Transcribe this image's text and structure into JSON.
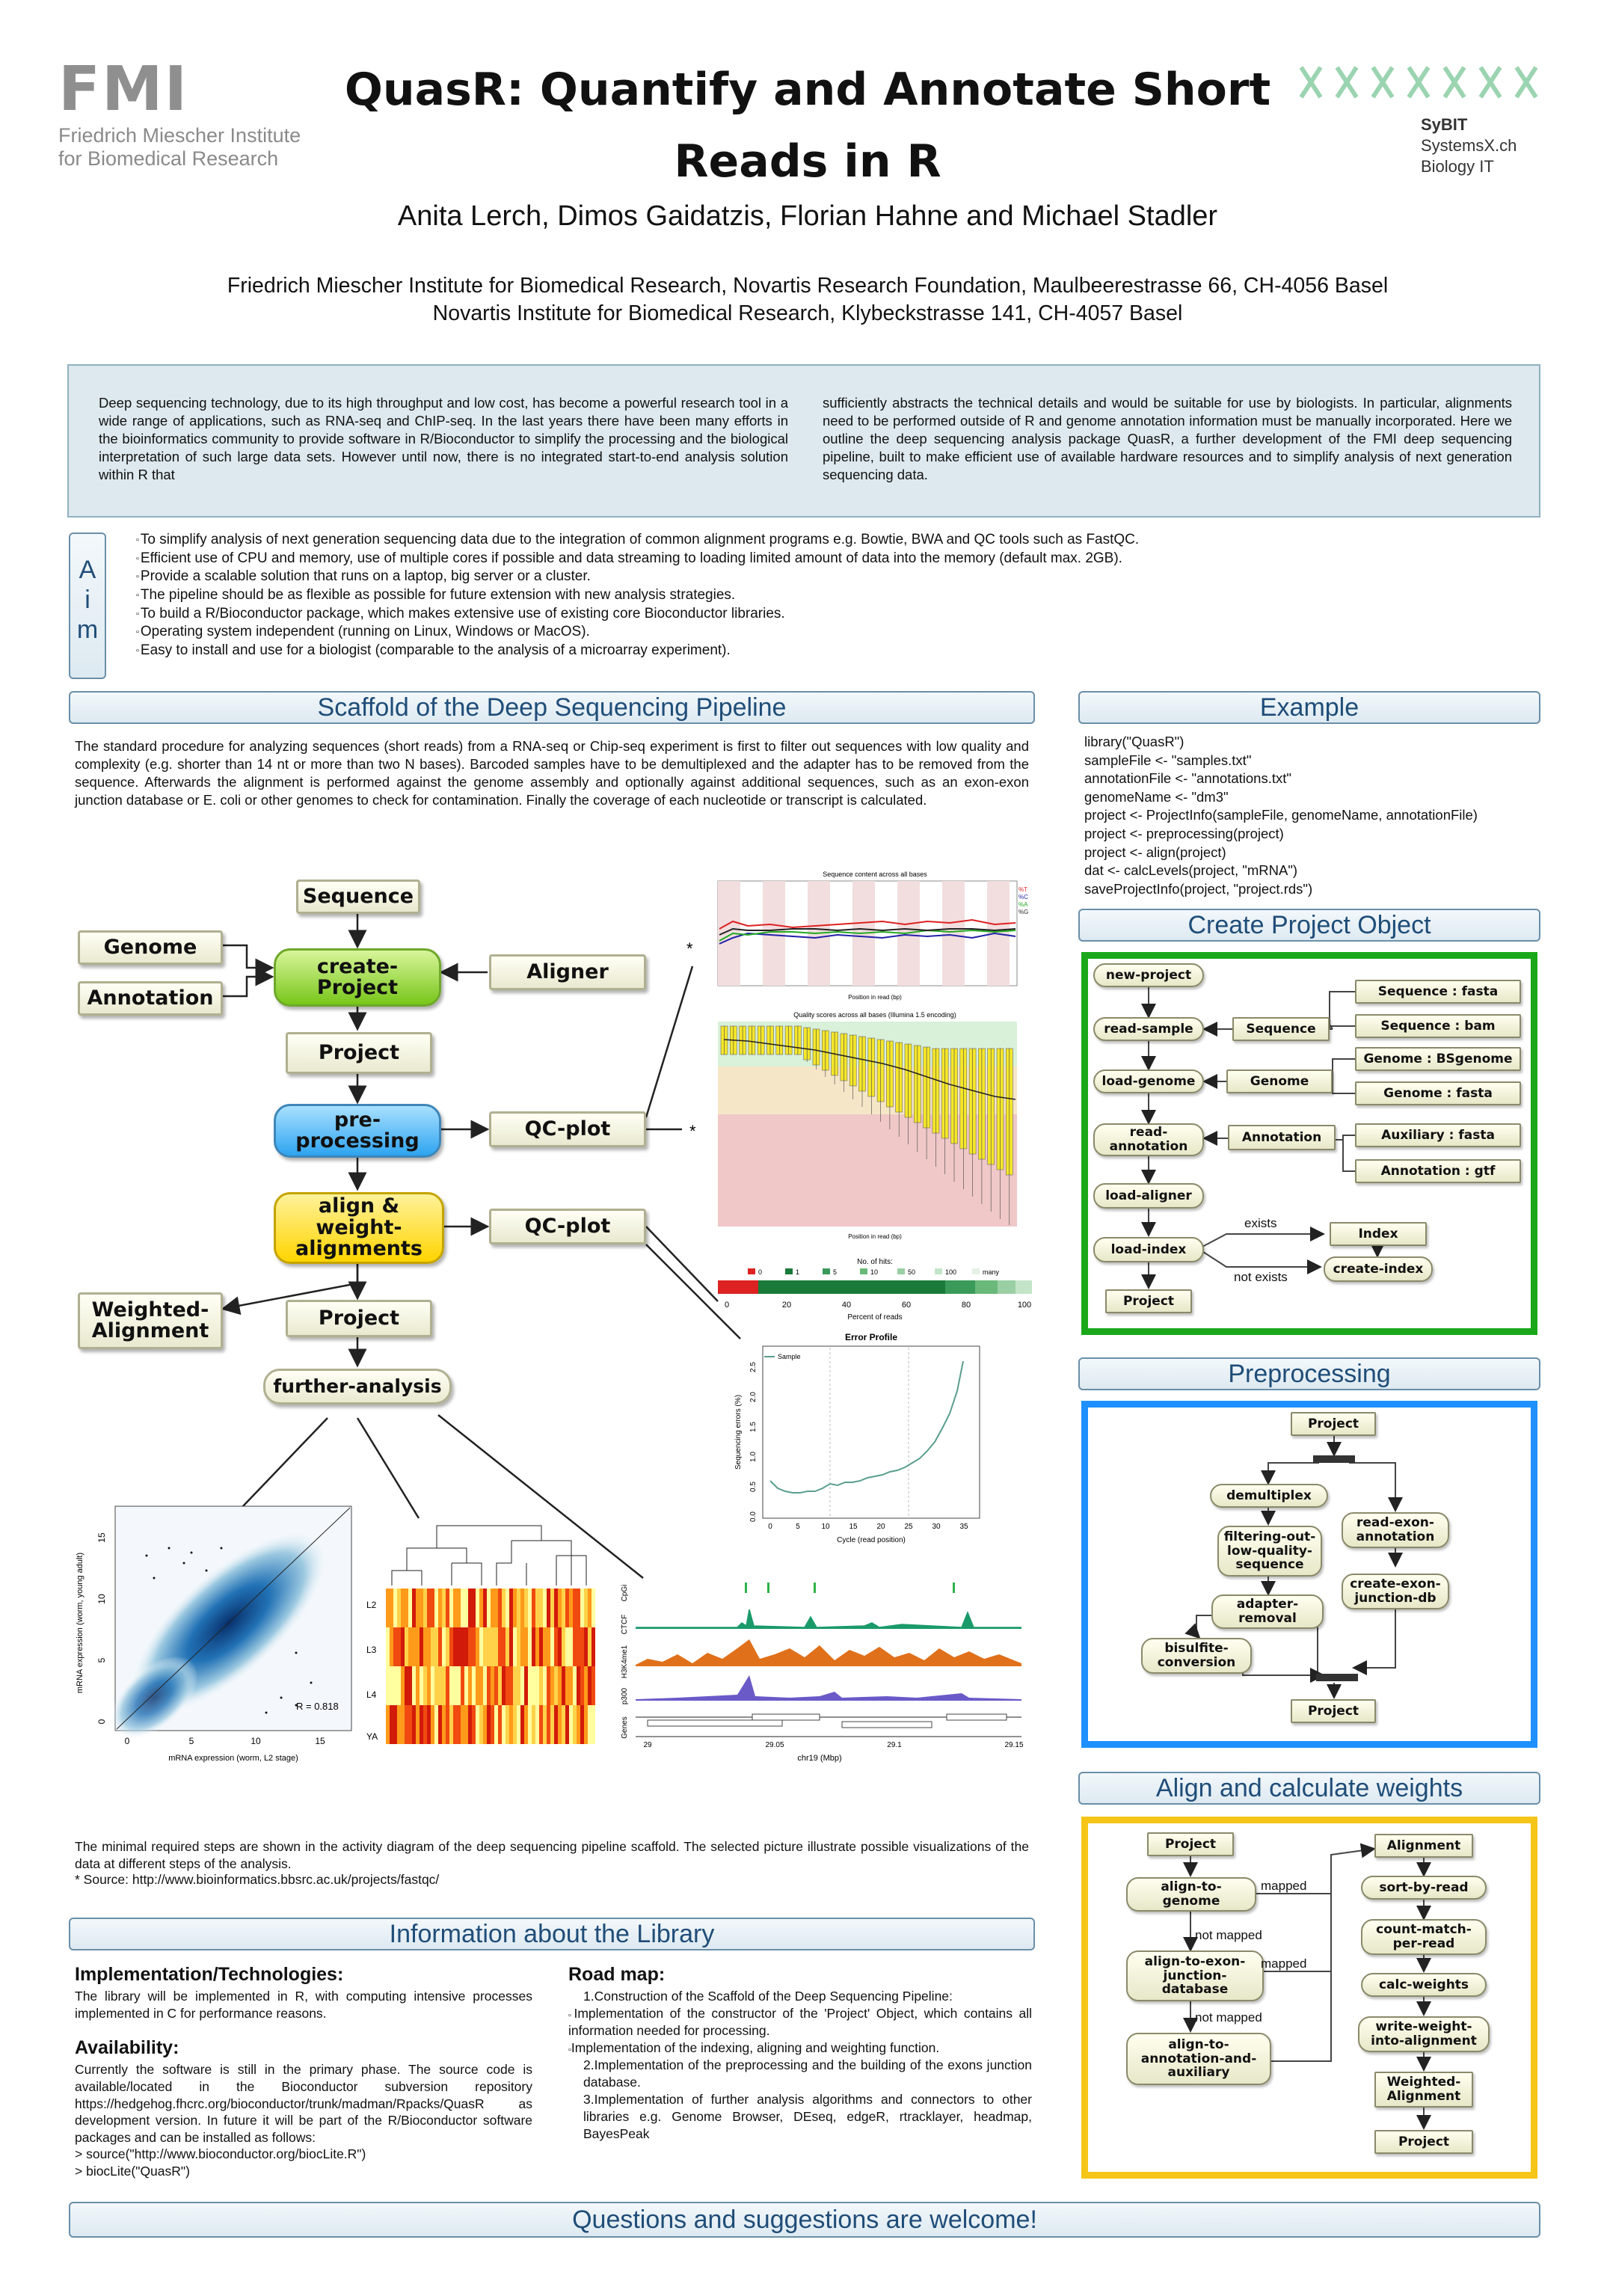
{
  "header": {
    "logo_text": "FMI",
    "institute_line1": "Friedrich Miescher Institute",
    "institute_line2": "for Biomedical Research",
    "title_line1": "QuasR: Quantify and Annotate Short",
    "title_line2": "Reads in R",
    "authors": "Anita Lerch, Dimos Gaidatzis, Florian Hahne and Michael Stadler",
    "affil1": "Friedrich Miescher Institute for Biomedical Research, Novartis Research Foundation, Maulbeerestrasse 66, CH-4056 Basel",
    "affil2": "Novartis Institute for Biomedical Research, Klybeckstrasse 141, CH-4057 Basel",
    "sybit_1": "SyBIT",
    "sybit_2": "SystemsX.ch",
    "sybit_3": "Biology IT"
  },
  "intro": {
    "left": "Deep sequencing technology, due to its high throughput and low cost, has become a powerful research tool in a wide range of applications, such as RNA-seq and ChIP-seq. In the last years there have been many efforts in the bioinformatics community to provide software in R/Bioconductor to simplify the processing and the biological interpretation of such large data sets. However until now, there is no integrated start-to-end analysis solution within R that",
    "right": "sufficiently abstracts the technical details and would be suitable for use by biologists. In particular, alignments need to be performed outside of R and genome annotation information must be manually incorporated. Here we outline the deep sequencing analysis package QuasR, a further development of the FMI deep sequencing pipeline, built to make efficient use of available hardware resources and to simplify analysis of next generation sequencing data."
  },
  "aim": {
    "label_a": "A",
    "label_i": "i",
    "label_m": "m",
    "items": [
      "To simplify analysis of next generation sequencing data due to the integration of common alignment programs e.g. Bowtie, BWA and QC tools such as FastQC.",
      "Efficient use of CPU and memory, use of multiple cores if possible and data streaming to loading limited amount of data into the memory (default max. 2GB).",
      "Provide a scalable solution that runs on a laptop, big server or a cluster.",
      "The pipeline should be as flexible as possible for future extension with new analysis strategies.",
      "To build a R/Bioconductor package, which makes extensive use of existing core Bioconductor libraries.",
      "Operating system independent (running on Linux, Windows or MacOS).",
      "Easy to install and use for a biologist (comparable to the analysis of a microarray experiment)."
    ]
  },
  "scaffold": {
    "heading": "Scaffold of the Deep Sequencing Pipeline",
    "text": "The standard procedure for analyzing sequences (short reads) from a RNA-seq or Chip-seq experiment is first to filter out sequences with low quality and complexity (e.g. shorter than 14 nt or more than two N bases). Barcoded samples have to be demultiplexed and the adapter has to be removed from the sequence. Afterwards the alignment is performed against the genome assembly and optionally against additional sequences, such as an exon-exon junction database or E. coli or other genomes to check for contamination. Finally the coverage of each nucleotide or transcript is calculated.",
    "caption": "The minimal required steps are shown in the activity diagram of the deep sequencing pipeline scaffold. The selected picture illustrate possible visualizations of the data at different steps of the analysis.",
    "source": "* Source: http://www.bioinformatics.bbsrc.ac.uk/projects/fastqc/",
    "nodes": {
      "sequence": "Sequence",
      "genome": "Genome",
      "annotation": "Annotation",
      "create_project": "create-\nProject",
      "aligner": "Aligner",
      "project1": "Project",
      "preprocessing": "pre-\nprocessing",
      "qcplot1": "QC-plot",
      "align": "align &\nweight-\nalignments",
      "qcplot2": "QC-plot",
      "weighted": "Weighted-\nAlignment",
      "project2": "Project",
      "further": "further-analysis"
    },
    "star": "*"
  },
  "figures": {
    "seq_content_title": "Sequence content across all bases",
    "seq_content_x": "Position in read (bp)",
    "seq_content_legend": [
      "%T",
      "%C",
      "%A",
      "%G"
    ],
    "quality_title": "Quality scores across all bases (Illumina 1.5 encoding)",
    "quality_x": "Position in read (bp)",
    "hits_title": "No. of hits:",
    "hits_legend": [
      "0",
      "1",
      "5",
      "10",
      "50",
      "100",
      "many"
    ],
    "hits_ticks": [
      "0",
      "20",
      "40",
      "60",
      "80",
      "100"
    ],
    "hits_x": "Percent of reads",
    "error_title": "Error Profile",
    "error_legend": "Sample",
    "error_y": "Sequencing errors (%)",
    "error_x": "Cycle (read position)",
    "error_xticks": [
      "0",
      "5",
      "10",
      "15",
      "20",
      "25",
      "30",
      "35"
    ],
    "error_yticks": [
      "0.0",
      "0.5",
      "1.0",
      "1.5",
      "2.0",
      "2.5"
    ],
    "scatter_y": "mRNA expression (worm, young adult)",
    "scatter_x": "mRNA expression (worm, L2 stage)",
    "scatter_r": "R = 0.818",
    "scatter_xticks": [
      "0",
      "5",
      "10",
      "15"
    ],
    "scatter_yticks": [
      "0",
      "5",
      "10",
      "15"
    ],
    "heat_rows": [
      "L2",
      "L3",
      "L4",
      "YA"
    ],
    "track_labels": [
      "CpGi",
      "CTCF",
      "H3K4me1",
      "p300",
      "Genes"
    ],
    "track_x": "chr19 (Mbp)",
    "track_ticks": [
      "29",
      "29.05",
      "29.1",
      "29.15"
    ]
  },
  "example": {
    "heading": "Example",
    "code": [
      "library(\"QuasR\")",
      "sampleFile <- \"samples.txt\"",
      "annotationFile <- \"annotations.txt\"",
      "genomeName <- \"dm3\"",
      "project <- ProjectInfo(sampleFile, genomeName, annotationFile)",
      "project <- preprocessing(project)",
      "project <- align(project)",
      "dat <- calcLevels(project, \"mRNA\")",
      "saveProjectInfo(project, \"project.rds\")"
    ]
  },
  "create": {
    "heading": "Create Project Object",
    "nodes": {
      "new_project": "new-project",
      "read_sample": "read-sample",
      "load_genome": "load-genome",
      "read_annotation": "read-\nannotation",
      "load_aligner": "load-aligner",
      "load_index": "load-index",
      "project": "Project",
      "sequence": "Sequence",
      "genome": "Genome",
      "annotation": "Annotation",
      "seq_fasta": "Sequence : fasta",
      "seq_bam": "Sequence : bam",
      "genome_bs": "Genome : BSgenome",
      "genome_fasta": "Genome : fasta",
      "aux_fasta": "Auxiliary : fasta",
      "ann_gtf": "Annotation : gtf",
      "index": "Index",
      "create_index": "create-index",
      "exists": "exists",
      "not_exists": "not exists"
    },
    "border_color": "#1aa81a"
  },
  "preproc": {
    "heading": "Preprocessing",
    "nodes": {
      "project_top": "Project",
      "demultiplex": "demultiplex",
      "filtering": "filtering-out-\nlow-quality-\nsequence",
      "adapter": "adapter-\nremoval",
      "bisulfite": "bisulfite-\nconversion",
      "read_exon": "read-exon-\nannotation",
      "create_exon": "create-exon-\njunction-db",
      "project_bottom": "Project"
    },
    "border_color": "#1e90ff"
  },
  "align": {
    "heading": "Align and calculate weights",
    "nodes": {
      "project": "Project",
      "align_genome": "align-to-\ngenome",
      "align_exon": "align-to-exon-\njunction-\ndatabase",
      "align_ann": "align-to-\nannotation-and-\nauxiliary",
      "alignment": "Alignment",
      "sort": "sort-by-read",
      "count": "count-match-\nper-read",
      "calc": "calc-weights",
      "write": "write-weight-\ninto-alignment",
      "weighted": "Weighted-\nAlignment",
      "project_out": "Project",
      "mapped": "mapped",
      "not_mapped": "not mapped"
    },
    "border_color": "#f5c518"
  },
  "library": {
    "heading": "Information about the Library",
    "impl_title": "Implementation/Technologies:",
    "impl_text": "The library will be implemented in R, with computing intensive processes implemented in C for performance reasons.",
    "avail_title": "Availability:",
    "avail_text": "Currently the software is still in the primary phase. The source code is available/located in the Bioconductor subversion repository https://hedgehog.fhcrc.org/bioconductor/trunk/madman/Rpacks/QuasR as development version. In future it will be part of the R/Bioconductor software packages and can be installed as follows:",
    "avail_cmd1": "> source(\"http://www.bioconductor.org/biocLite.R\")",
    "avail_cmd2": "> biocLite(\"QuasR\")",
    "road_title": "Road map:",
    "road_1": "1.Construction of the Scaffold of the Deep Sequencing Pipeline:",
    "road_1a": "Implementation of the constructor of the 'Project' Object, which contains all information needed for processing.",
    "road_1b": "Implementation of the indexing, aligning and weighting function.",
    "road_2": "2.Implementation of the preprocessing and the building of the exons junction database.",
    "road_3": "3.Implementation of further analysis algorithms and connectors to other libraries e.g. Genome Browser, DEseq, edgeR, rtracklayer, headmap, BayesPeak"
  },
  "footer": "Questions and suggestions are welcome!",
  "colors": {
    "heading_border": "#6a8fa8",
    "heading_text": "#1f4d78",
    "fmi_gray": "#8c8c8c",
    "create_green": "#8fd61a",
    "preproc_blue": "#2ea4f0",
    "align_yellow": "#ffd400"
  }
}
